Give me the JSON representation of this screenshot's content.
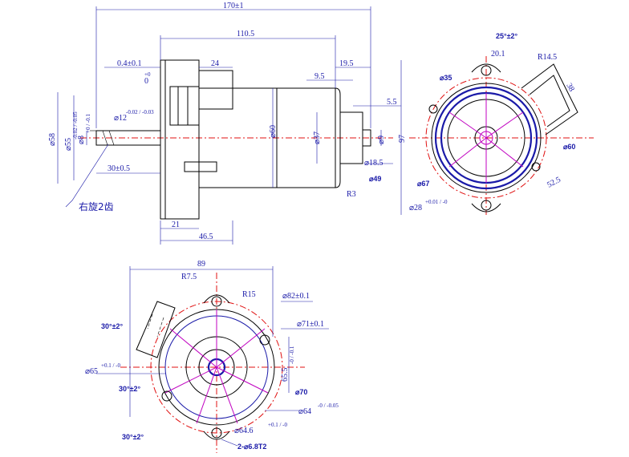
{
  "side_view": {
    "dim_total_length": "170±1",
    "dim_body_length": "110.5",
    "dim_flange_offset": "0.4±0.1",
    "dim_step_0": "0",
    "dim_step_sup": "+0",
    "dim_connector_width": "24",
    "dim_shaft_end": "19.5",
    "dim_boss": "9.5",
    "dim_shaft_tip": "5.5",
    "dim_dia_58": "⌀58",
    "dim_dia_55": "⌀55",
    "dim_dia_55_tol": "-0.02 / -0.05",
    "dim_dia_8": "⌀8",
    "dim_dia_8_tol": "+0 / -0.1",
    "dim_dia_12": "⌀12",
    "dim_dia_12_tol": "-0.02 / -0.03",
    "dim_dia_60": "⌀60",
    "dim_dia_37": "⌀37",
    "dim_dia_9": "⌀9",
    "dim_dia_18_5": "⌀18.5",
    "dim_radius_r3": "R3",
    "dim_30": "30±0.5",
    "dim_21": "21",
    "dim_46_5": "46.5",
    "note_rotation": "右旋2齿"
  },
  "end_view": {
    "dim_angle_25": "25°±2°",
    "dim_20_1": "20.1",
    "dim_r14_5": "R14.5",
    "dim_38": "38",
    "dim_dia_35": "⌀35",
    "dim_97": "97",
    "dim_dia_60": "⌀60",
    "dim_dia_67": "⌀67",
    "dim_dia_49": "⌀49",
    "dim_dia_28": "⌀28",
    "dim_dia_28_tol": "+0.01 / -0",
    "dim_52_5": "52.5"
  },
  "bottom_view": {
    "dim_89": "89",
    "dim_r7_5": "R7.5",
    "dim_r15": "R15",
    "dim_dia_82": "⌀82±0.1",
    "dim_dia_71": "⌀71±0.1",
    "dim_angle_30_a": "30°±2°",
    "dim_angle_30_b": "30°±2°",
    "dim_angle_30_c": "30°±2°",
    "dim_dia_65": "⌀65",
    "dim_dia_65_tol": "+0.1 / -0",
    "dim_65_5": "65.5",
    "dim_65_5_tol": "-0 / -0.1",
    "dim_dia_70": "⌀70",
    "dim_dia_64": "⌀64",
    "dim_dia_64_tol": "-0 / -0.05",
    "dim_dia_64_6": "⌀64.6",
    "dim_dia_64_6_tol": "+0.1 / -0",
    "dim_holes": "2-⌀6.8T2"
  }
}
